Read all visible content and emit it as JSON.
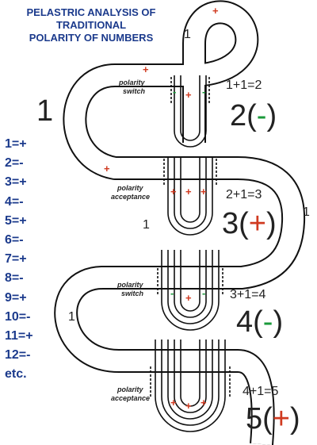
{
  "title_lines": [
    "PELASTRIC ANALYSIS OF",
    "TRADITIONAL",
    "POLARITY OF NUMBERS"
  ],
  "polarity_list": [
    "1=+",
    "2=-",
    "3=+",
    "4=-",
    "5=+",
    "6=-",
    "7=+",
    "8=-",
    "9=+",
    "10=-",
    "11=+",
    "12=-",
    "etc."
  ],
  "loops": [
    {
      "label_line1": "polarity",
      "label_line2": "switch",
      "equation": "1+1=2",
      "result_number": "2(",
      "result_sign": "-",
      "result_close": ")",
      "sign_color": "#1a9a3a"
    },
    {
      "label_line1": "polarity",
      "label_line2": "acceptance",
      "equation": "2+1=3",
      "result_number": "3(",
      "result_sign": "+",
      "result_close": ")",
      "sign_color": "#d03a20"
    },
    {
      "label_line1": "polarity",
      "label_line2": "switch",
      "equation": "3+1=4",
      "result_number": "4(",
      "result_sign": "-",
      "result_close": ")",
      "sign_color": "#1a9a3a"
    },
    {
      "label_line1": "polarity",
      "label_line2": "acceptance",
      "equation": "4+1=5",
      "result_number": "5(",
      "result_sign": "+",
      "result_close": ")",
      "sign_color": "#d03a20"
    }
  ],
  "one_labels": {
    "top_loop": "1",
    "big_left": "1",
    "right_bulge": "1",
    "second_inner": "1",
    "left_lower": "1"
  },
  "colors": {
    "title_blue": "#1b3a8c",
    "plus_red": "#d03a20",
    "minus_green": "#1a9a3a",
    "line": "#111111"
  },
  "marker_plus": "+",
  "marker_minus": "-"
}
